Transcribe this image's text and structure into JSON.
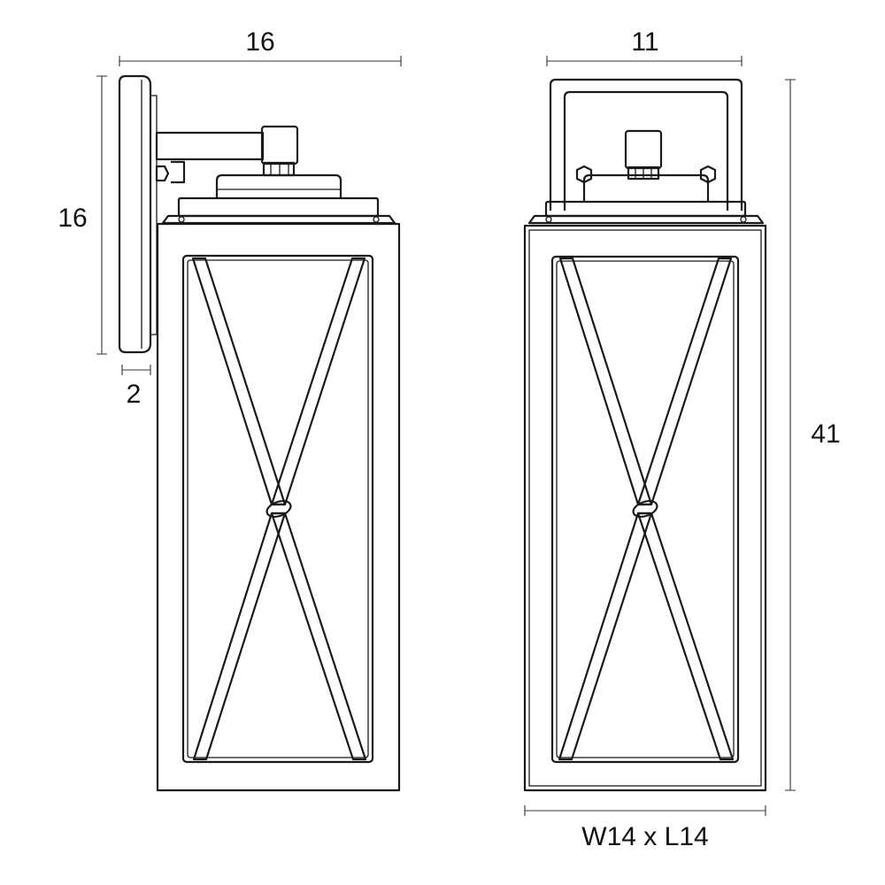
{
  "dimensions": {
    "side_width": "16",
    "side_height": "16",
    "backplate_depth": "2",
    "front_width": "11",
    "total_height": "41",
    "base_size": "W14 x L14"
  },
  "colors": {
    "stroke": "#1a1a1a",
    "background": "#ffffff"
  }
}
